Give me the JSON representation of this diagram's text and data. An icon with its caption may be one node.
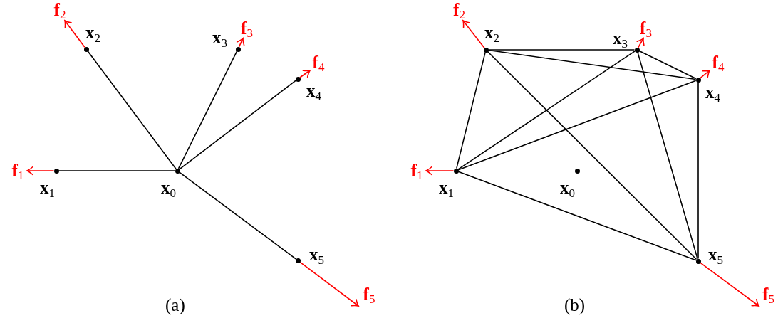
{
  "diagram": {
    "nodes": [
      {
        "text": [],
        "shape": "circle",
        "beside": [
          "**x**$_{0}$"
        ]
      },
      {
        "text": [],
        "shape": "circle",
        "beside": [
          "**x**$_{1}$"
        ]
      },
      {
        "text": [],
        "shape": "circle",
        "beside": [
          "**x**$_{2}$"
        ]
      },
      {
        "text": [],
        "shape": "circle",
        "beside": [
          "**x**$_{3}$"
        ]
      },
      {
        "text": [],
        "shape": "circle",
        "beside": [
          "**x**$_{4}$"
        ]
      },
      {
        "text": [],
        "shape": "circle",
        "beside": [
          "**x**$_{5}$"
        ]
      },
      {
        "text": [
          "**f**$_{1}$"
        ]
      },
      {
        "text": [
          "**f**$_{2}$"
        ]
      },
      {
        "text": [
          "**f**$_{3}$"
        ]
      },
      {
        "text": [
          "**f**$_{4}$"
        ]
      },
      {
        "text": [
          "**f**$_{5}$"
        ]
      },
      {
        "text": [],
        "shape": "circle",
        "beside": [
          "**x**$_{0}$"
        ]
      },
      {
        "text": [],
        "shape": "circle",
        "beside": [
          "**x**$_{1}$"
        ]
      },
      {
        "text": [],
        "shape": "circle",
        "beside": [
          "**x**$_{2}$"
        ]
      },
      {
        "text": [],
        "shape": "circle",
        "beside": [
          "**x**$_{3}$"
        ]
      },
      {
        "text": [],
        "shape": "circle",
        "beside": [
          "**x**$_{4}$"
        ]
      },
      {
        "text": [],
        "shape": "circle",
        "beside": [
          "**x**$_{5}$"
        ]
      },
      {
        "text": [
          "**f**$_{1}$"
        ]
      },
      {
        "text": [
          "**f**$_{2}$"
        ]
      },
      {
        "text": [
          "**f**$_{3}$"
        ]
      },
      {
        "text": [
          "**f**$_{4}$"
        ]
      },
      {
        "text": [
          "**f**$_{5}$"
        ]
      }
    ],
    "edges": [
      {
        "from": 0,
        "to": 1,
        "arrow": "none"
      },
      {
        "from": 0,
        "to": 2,
        "arrow": "none"
      },
      {
        "from": 0,
        "to": 3,
        "arrow": "none"
      },
      {
        "from": 0,
        "to": 4,
        "arrow": "none"
      },
      {
        "from": 0,
        "to": 5,
        "arrow": "none"
      },
      {
        "from": 1,
        "to": 6,
        "arrow": "to",
        "color": "#ff0000"
      },
      {
        "from": 2,
        "to": 7,
        "arrow": "to",
        "color": "#ff0000"
      },
      {
        "from": 3,
        "to": 8,
        "arrow": "to",
        "color": "#ff0000"
      },
      {
        "from": 4,
        "to": 9,
        "arrow": "to",
        "color": "#ff0000"
      },
      {
        "from": 5,
        "to": 10,
        "arrow": "to",
        "color": "#ff0000"
      },
      {
        "from": 12,
        "to": 13,
        "arrow": "none"
      },
      {
        "from": 12,
        "to": 14,
        "arrow": "none"
      },
      {
        "from": 12,
        "to": 15,
        "arrow": "none"
      },
      {
        "from": 12,
        "to": 16,
        "arrow": "none"
      },
      {
        "from": 13,
        "to": 14,
        "arrow": "none"
      },
      {
        "from": 13,
        "to": 15,
        "arrow": "none"
      },
      {
        "from": 13,
        "to": 16,
        "arrow": "none"
      },
      {
        "from": 14,
        "to": 15,
        "arrow": "none"
      },
      {
        "from": 14,
        "to": 16,
        "arrow": "none"
      },
      {
        "from": 15,
        "to": 16,
        "arrow": "none"
      },
      {
        "from": 12,
        "to": 17,
        "arrow": "to",
        "color": "#ff0000"
      },
      {
        "from": 13,
        "to": 18,
        "arrow": "to",
        "color": "#ff0000"
      },
      {
        "from": 14,
        "to": 19,
        "arrow": "to",
        "color": "#ff0000"
      },
      {
        "from": 15,
        "to": 20,
        "arrow": "to",
        "color": "#ff0000"
      },
      {
        "from": 16,
        "to": 21,
        "arrow": "to",
        "color": "#ff0000"
      }
    ],
    "labels": [
      "(a)",
      "(b)"
    ]
  }
}
